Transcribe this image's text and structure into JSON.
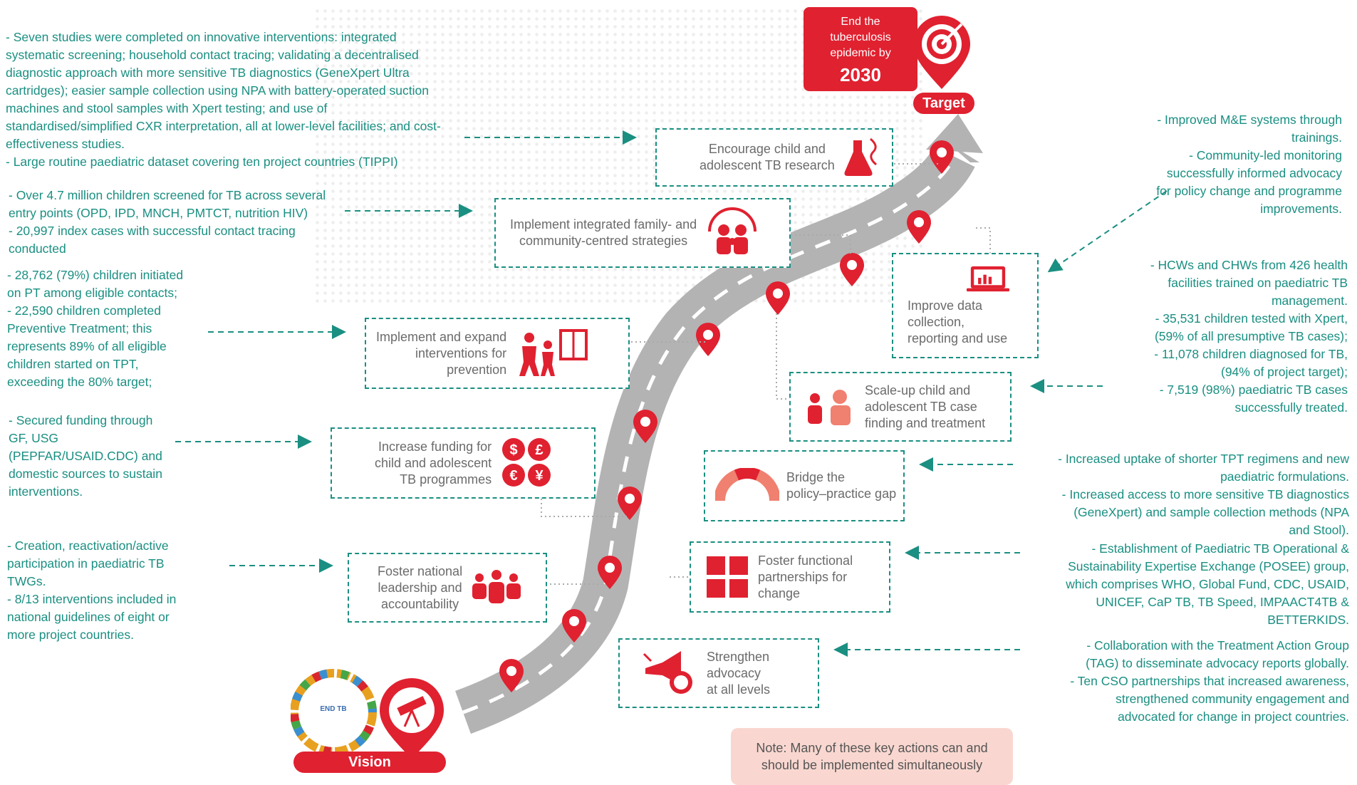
{
  "target": {
    "text": "End the\ntuberculosis\nepidemic by",
    "year": "2030",
    "label": "Target"
  },
  "vision": {
    "label": "Vision",
    "logo_text": "END TB"
  },
  "note": "Note: Many of these key actions can and\nshould be implemented simultaneously",
  "actions": {
    "research": "Encourage child and\nadolescent TB research",
    "family": "Implement integrated family- and\ncommunity-centred strategies",
    "data": "Improve data\ncollection,\nreporting and use",
    "prevention": "Implement and expand\ninterventions for\nprevention",
    "casefinding": "Scale-up child and\nadolescent TB case\nfinding and treatment",
    "funding": "Increase funding for\nchild and adolescent\nTB programmes",
    "policy": "Bridge the\npolicy–practice gap",
    "leadership": "Foster national\nleadership and\naccountability",
    "partnerships": "Foster functional\npartnerships for\nchange",
    "advocacy": "Strengthen\nadvocacy\nat all levels"
  },
  "left_notes": {
    "n1": "- Seven studies were completed on innovative interventions: integrated\nsystematic screening; household contact tracing; validating a decentralised\ndiagnostic approach with more sensitive TB diagnostics (GeneXpert Ultra\ncartridges); easier sample collection using NPA with battery-operated suction\nmachines and stool samples with Xpert testing; and use of\nstandardised/simplified CXR interpretation, all at lower-level facilities; and cost-\neffectiveness studies.\n- Large routine paediatric dataset covering ten project countries (TIPPI)",
    "n2": "- Over 4.7 million children screened for TB across several\nentry points (OPD, IPD, MNCH, PMTCT, nutrition HIV)\n- 20,997 index cases with successful contact tracing\nconducted",
    "n3": "- 28,762 (79%) children initiated\non PT among eligible contacts;\n- 22,590 children completed\nPreventive Treatment; this\nrepresents 89% of all eligible\nchildren started on  TPT,\nexceeding the 80% target;",
    "n4": "- Secured funding through\nGF, USG\n(PEPFAR/USAID.CDC) and\ndomestic sources to sustain\ninterventions.",
    "n5": "- Creation, reactivation/active\nparticipation in paediatric TB\nTWGs.\n- 8/13 interventions included in\nnational guidelines of eight or\nmore project countries."
  },
  "right_notes": {
    "r1": "- Improved M&E systems through\ntrainings.\n- Community-led monitoring\nsuccessfully informed advocacy\nfor policy change and programme\nimprovements.",
    "r2": "- HCWs and CHWs from 426 health\nfacilities trained on paediatric TB\nmanagement.\n- 35,531 children tested with Xpert,\n(59% of all presumptive TB cases);\n- 11,078 children diagnosed for TB,\n(94% of project target);\n- 7,519 (98%) paediatric TB cases\nsuccessfully treated.",
    "r3": "- Increased uptake of shorter TPT regimens and new\npaediatric formulations.\n- Increased access to more sensitive TB diagnostics\n(GeneXpert) and sample collection methods (NPA\nand Stool).",
    "r4": "- Establishment of Paediatric TB Operational &\nSustainability Expertise Exchange (POSEE) group,\nwhich comprises WHO, Global Fund, CDC, USAID,\nUNICEF, CaP TB, TB Speed, IMPAACT4TB &\nBETTERKIDS.",
    "r5": "- Collaboration with the Treatment Action Group\n(TAG) to disseminate advocacy reports globally.\n- Ten CSO partnerships that increased awareness,\nstrengthened community engagement and\nadvocated for change in project countries."
  },
  "icons": {
    "research": "flask-dna-icon",
    "family": "family-icon",
    "data": "laptop-chart-icon",
    "prevention": "children-window-icon",
    "casefinding": "doctor-child-icon",
    "funding": "currency-icon",
    "policy": "arch-gauge-icon",
    "leadership": "group-people-icon",
    "partnerships": "puzzle-hands-icon",
    "advocacy": "megaphone-icon",
    "target": "bullseye-icon",
    "vision": "telescope-icon"
  },
  "colors": {
    "red": "#e02130",
    "teal": "#1a8f82",
    "road": "#b3b3b3"
  }
}
